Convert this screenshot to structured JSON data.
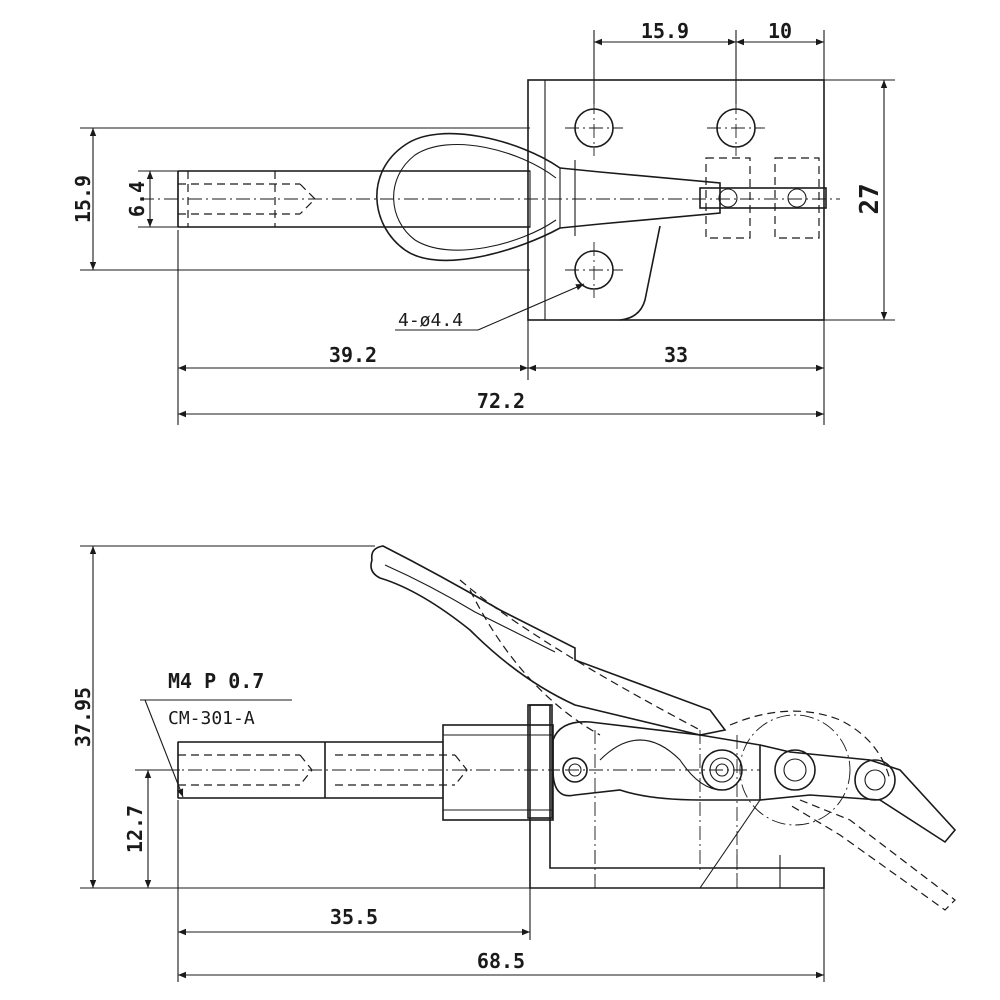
{
  "top_view": {
    "dim_hole_pitch_a": "15.9",
    "dim_hole_pitch_b": "10",
    "dim_width": "15.9",
    "dim_spindle_dia": "6.4",
    "dim_height": "27",
    "hole_callout": "4-ø4.4",
    "dim_spindle_len": "39.2",
    "dim_base_len": "33",
    "dim_overall_len": "72.2"
  },
  "side_view": {
    "thread_spec": "M4 P 0.7",
    "model": "CM-301-A",
    "dim_overall_height": "37.95",
    "dim_spindle_height": "12.7",
    "dim_spindle_len": "35.5",
    "dim_overall_len": "68.5"
  }
}
